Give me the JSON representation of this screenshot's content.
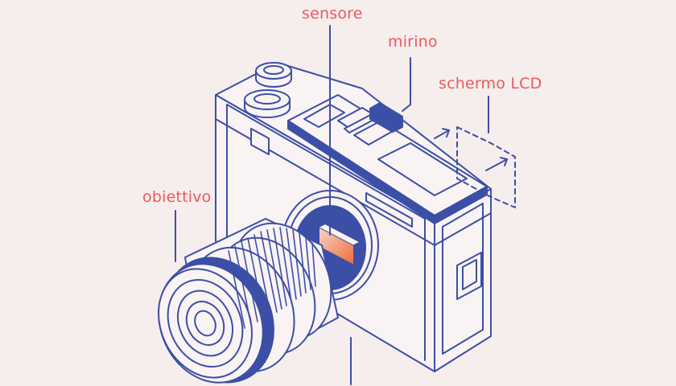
{
  "labels": {
    "sensor": "sensore",
    "viewfinder": "mirino",
    "lcd_screen": "schermo LCD",
    "lens": "obiettivo"
  },
  "colors": {
    "background": "#f6eded",
    "line": "#3c4fa6",
    "fill": "#f9f3f3",
    "label": "#e85a5e",
    "sensor_gradient_start": "#f7d4c2",
    "sensor_gradient_end": "#ee6a3c"
  }
}
